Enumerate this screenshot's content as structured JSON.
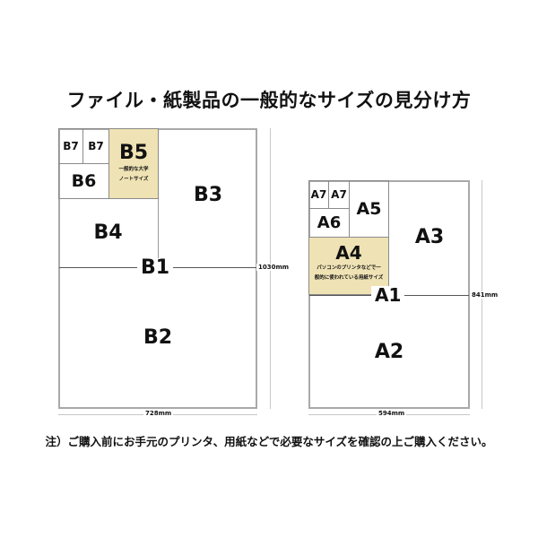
{
  "title": "ファイル・紙製品の一般的なサイズの見分け方",
  "b_series": {
    "width_label": "728mm",
    "height_label": "1030mm",
    "b1": "B1",
    "b2": "B2",
    "b3": "B3",
    "b4": "B4",
    "b5": "B5",
    "b5_note_line1": "一般的な大学",
    "b5_note_line2": "ノートサイズ",
    "b6": "B6",
    "b7a": "B7",
    "b7b": "B7",
    "highlight_color": "#efe2b4"
  },
  "a_series": {
    "width_label": "594mm",
    "height_label": "841mm",
    "a1": "A1",
    "a2": "A2",
    "a3": "A3",
    "a4": "A4",
    "a4_note_line1": "パソコンのプリンタなどで一",
    "a4_note_line2": "般的に使われている用紙サイズ",
    "a5": "A5",
    "a6": "A6",
    "a7a": "A7",
    "a7b": "A7",
    "highlight_color": "#efe2b4"
  },
  "footnote": "注）ご購入前にお手元のプリンタ、用紙などで必要なサイズを確認の上ご購入ください。"
}
